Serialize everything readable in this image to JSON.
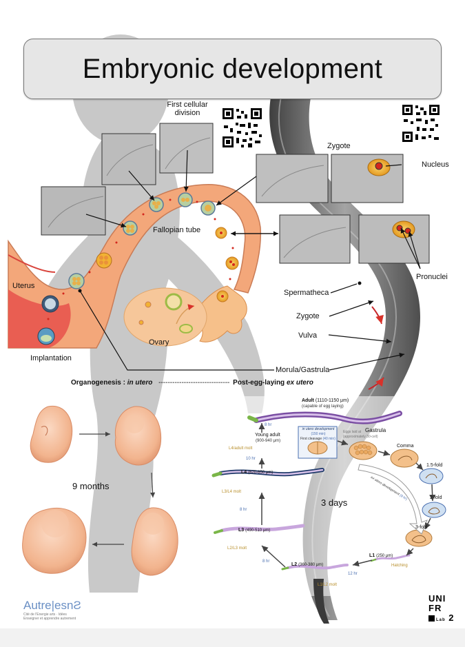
{
  "title": "Embryonic development",
  "human_diagram": {
    "first_division_line1": "First cellular",
    "first_division_line2": "division",
    "fallopian_tube": "Fallopian tube",
    "uterus": "Uterus",
    "ovary": "Ovary",
    "implantation": "Implantation"
  },
  "worm_diagram": {
    "zygote_top": "Zygote",
    "nucleus": "Nucleus",
    "pronuclei": "Pronuclei",
    "spermatheca": "Spermatheca",
    "zygote": "Zygote",
    "vulva": "Vulva",
    "morula_gastrula": "Morula/Gastrula"
  },
  "organogenesis": {
    "prefix": "Organogenesis : ",
    "in_utero": "in utero",
    "dashes": "-------------------------------",
    "post": "Post-egg-laying ",
    "ex_utero": "ex utero"
  },
  "human_time": "9 months",
  "worm_time": "3 days",
  "lifecycle": {
    "adult": "Adult",
    "adult_size": "(1110-1150 μm)",
    "adult_note": "(capable of egg laying)",
    "young_adult": "Young adult",
    "young_adult_size": "(900-940 μm)",
    "l4_adult_molt": "L4/adult molt",
    "l4": "L4",
    "l4_size": "(620-650 μm)",
    "l3_l4_molt": "L3/L4 molt",
    "l3": "L3",
    "l3_size": "(490-510 μm)",
    "l2_l3_molt": "L2/L3 molt",
    "l2": "L2",
    "l2_size": "(360-380 μm)",
    "l1_l2_molt": "L1/L2 molt",
    "l1": "L1",
    "l1_size": "(250 μm)",
    "hatching": "Hatching",
    "in_utero_development": "in utero development",
    "in_utero_duration": "(150 min)",
    "first_cleavage": "First cleavage",
    "first_cleavage_time": "(40 min)",
    "gastrula": "Gastrula",
    "gastrula_pre": "Eggs laid at",
    "gastrula_sub": "(approximately 30-cell)",
    "comma": "Comma",
    "fold_15": "1.5-fold",
    "fold_2": "2-fold",
    "fold_3": "3-fold",
    "ex_utero_development": "ex utero development",
    "ex_utero_duration": "(9 hr)",
    "t_8hr_top": "8 hr",
    "t_10hr": "10 hr",
    "t_8hr_mid": "8 hr",
    "t_8hr_low": "8 hr",
    "t_12hr": "12 hr"
  },
  "logo": {
    "name": "Autre|esnƧ",
    "tagline_line1": "Cité de l'Energie arts · Idées",
    "tagline_line2": "Enseigner et apprendre autrement"
  },
  "unifr": {
    "line1": "UNI",
    "line2": "FR",
    "lab": "Lab",
    "num": "2"
  },
  "colors": {
    "title_bg": "#e6e6e6",
    "tube": "#f3a77a",
    "uterus": "#e8564e",
    "arrow_red": "#d8322a",
    "egg_yellow": "#f2b233",
    "worm_purple": "#7a4ea3",
    "worm_green": "#7ab648",
    "time_blue": "#4a6fb0",
    "molt_gold": "#b88f2c"
  }
}
